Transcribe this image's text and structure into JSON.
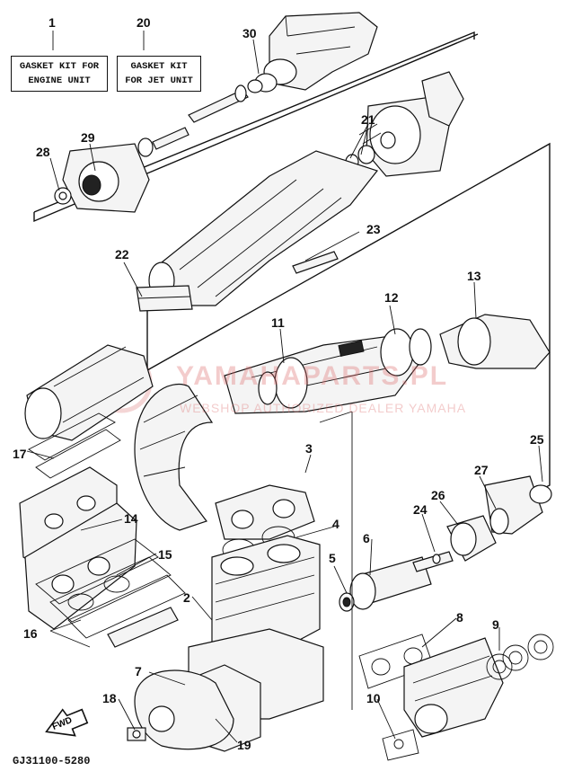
{
  "diagram": {
    "kits": {
      "engine_line1": "GASKET KIT FOR",
      "engine_line2": "ENGINE UNIT",
      "jet_line1": "GASKET KIT",
      "jet_line2": "FOR JET UNIT"
    },
    "callouts": {
      "c1": "1",
      "c2": "2",
      "c3": "3",
      "c4": "4",
      "c5": "5",
      "c6": "6",
      "c7": "7",
      "c8": "8",
      "c9": "9",
      "c10": "10",
      "c11": "11",
      "c12": "12",
      "c13": "13",
      "c14": "14",
      "c15": "15",
      "c16": "16",
      "c17": "17",
      "c18": "18",
      "c19": "19",
      "c20": "20",
      "c21": "21",
      "c22": "22",
      "c23": "23",
      "c24": "24",
      "c25": "25",
      "c26": "26",
      "c27": "27",
      "c28": "28",
      "c29": "29",
      "c30": "30"
    },
    "watermark": {
      "brand": "YAMAHAPARTS.PL",
      "tagline": "WEBSHOP AUTHORIZED DEALER YAMAHA"
    },
    "fwd_label": "FWD",
    "diagram_code": "GJ31100-5280"
  }
}
